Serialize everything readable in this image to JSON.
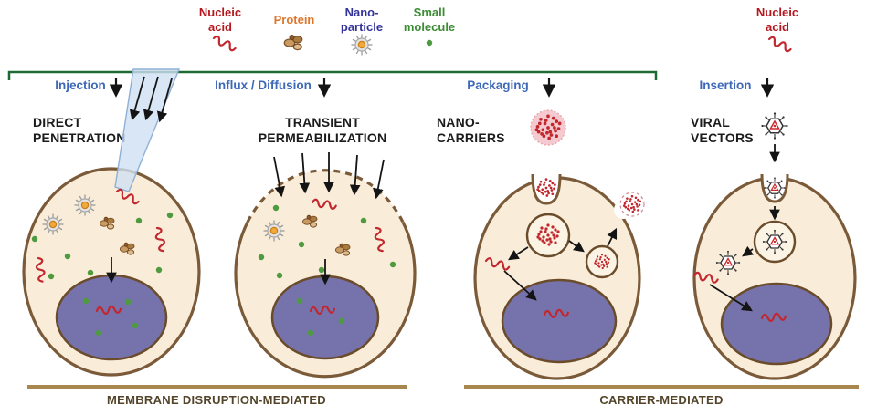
{
  "legend": {
    "items": [
      {
        "line1": "Nucleic",
        "line2": "acid",
        "color": "#b5171e",
        "icon": "nucleic-acid-squiggle"
      },
      {
        "line1": "Protein",
        "line2": "",
        "color": "#e0762c",
        "icon": "protein-cluster"
      },
      {
        "line1": "Nano-",
        "line2": "particle",
        "color": "#32329b",
        "icon": "nanoparticle"
      },
      {
        "line1": "Small",
        "line2": "molecule",
        "color": "#3c8c33",
        "icon": "small-molecule-dot"
      }
    ],
    "right_item": {
      "line1": "Nucleic",
      "line2": "acid",
      "color": "#b5171e",
      "icon": "nucleic-acid-squiggle"
    }
  },
  "panels": [
    {
      "process": "Injection",
      "title1": "DIRECT",
      "title2": "PENETRATION"
    },
    {
      "process": "Influx / Diffusion",
      "title1": "TRANSIENT",
      "title2": "PERMEABILIZATION"
    },
    {
      "process": "Packaging",
      "title1": "NANO-",
      "title2": "CARRIERS"
    },
    {
      "process": "Insertion",
      "title1": "VIRAL",
      "title2": "VECTORS"
    }
  ],
  "footer": {
    "left": "MEMBRANE DISRUPTION-MEDIATED",
    "right": "CARRIER-MEDIATED"
  },
  "colors": {
    "process_label": "#3e68b8",
    "cell_fill": "#f9edda",
    "cell_stroke": "#7a5a38",
    "nucleus_fill": "#7672ac",
    "nucleic_acid": "#c1272d",
    "small_molecule": "#4e9b3f",
    "footer_bar": "#a8874f",
    "footer_text": "#54452a",
    "bracket": "#1d6b33",
    "needle_fill": "#cfe0f2"
  }
}
